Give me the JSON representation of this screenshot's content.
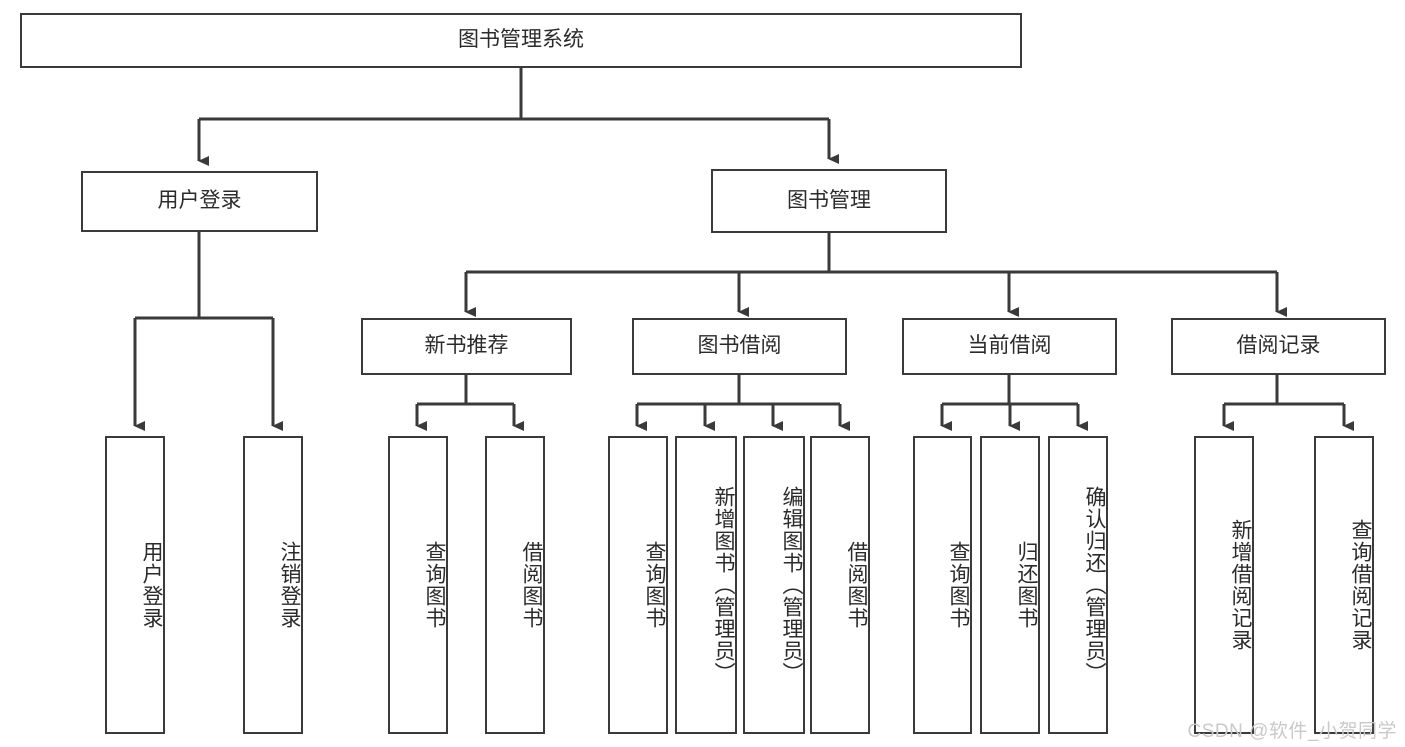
{
  "diagram": {
    "title": "图书管理系统",
    "type": "hierarchy-tree",
    "root": {
      "id": "root",
      "label": "图书管理系统"
    },
    "level2": [
      {
        "id": "user-login",
        "label": "用户登录"
      },
      {
        "id": "book-manage",
        "label": "图书管理"
      }
    ],
    "level3": [
      {
        "id": "new-book-rec",
        "label": "新书推荐",
        "parent": "book-manage"
      },
      {
        "id": "book-borrow",
        "label": "图书借阅",
        "parent": "book-manage"
      },
      {
        "id": "current-borrow",
        "label": "当前借阅",
        "parent": "book-manage"
      },
      {
        "id": "borrow-record",
        "label": "借阅记录",
        "parent": "book-manage"
      }
    ],
    "leaves": [
      {
        "id": "leaf-user-login",
        "label": "用户登录",
        "parent": "user-login"
      },
      {
        "id": "leaf-logout",
        "label": "注销登录",
        "parent": "user-login"
      },
      {
        "id": "leaf-query-book-1",
        "label": "查询图书",
        "parent": "new-book-rec"
      },
      {
        "id": "leaf-borrow-book-1",
        "label": "借阅图书",
        "parent": "new-book-rec"
      },
      {
        "id": "leaf-query-book-2",
        "label": "查询图书",
        "parent": "book-borrow"
      },
      {
        "id": "leaf-add-book",
        "label": "新增图书（管理员）",
        "parent": "book-borrow"
      },
      {
        "id": "leaf-edit-book",
        "label": "编辑图书（管理员）",
        "parent": "book-borrow"
      },
      {
        "id": "leaf-borrow-book-2",
        "label": "借阅图书",
        "parent": "book-borrow"
      },
      {
        "id": "leaf-query-book-3",
        "label": "查询图书",
        "parent": "current-borrow"
      },
      {
        "id": "leaf-return-book",
        "label": "归还图书",
        "parent": "current-borrow"
      },
      {
        "id": "leaf-confirm-return",
        "label": "确认归还（管理员）",
        "parent": "current-borrow"
      },
      {
        "id": "leaf-add-record",
        "label": "新增借阅记录",
        "parent": "borrow-record"
      },
      {
        "id": "leaf-query-record",
        "label": "查询借阅记录",
        "parent": "borrow-record"
      }
    ],
    "colors": {
      "stroke": "#3a3a3a",
      "fill": "#ffffff",
      "text": "#2b2b2b",
      "watermark": "#c9c9c9"
    }
  },
  "watermark": {
    "text": "CSDN @软件_小贺同学"
  }
}
